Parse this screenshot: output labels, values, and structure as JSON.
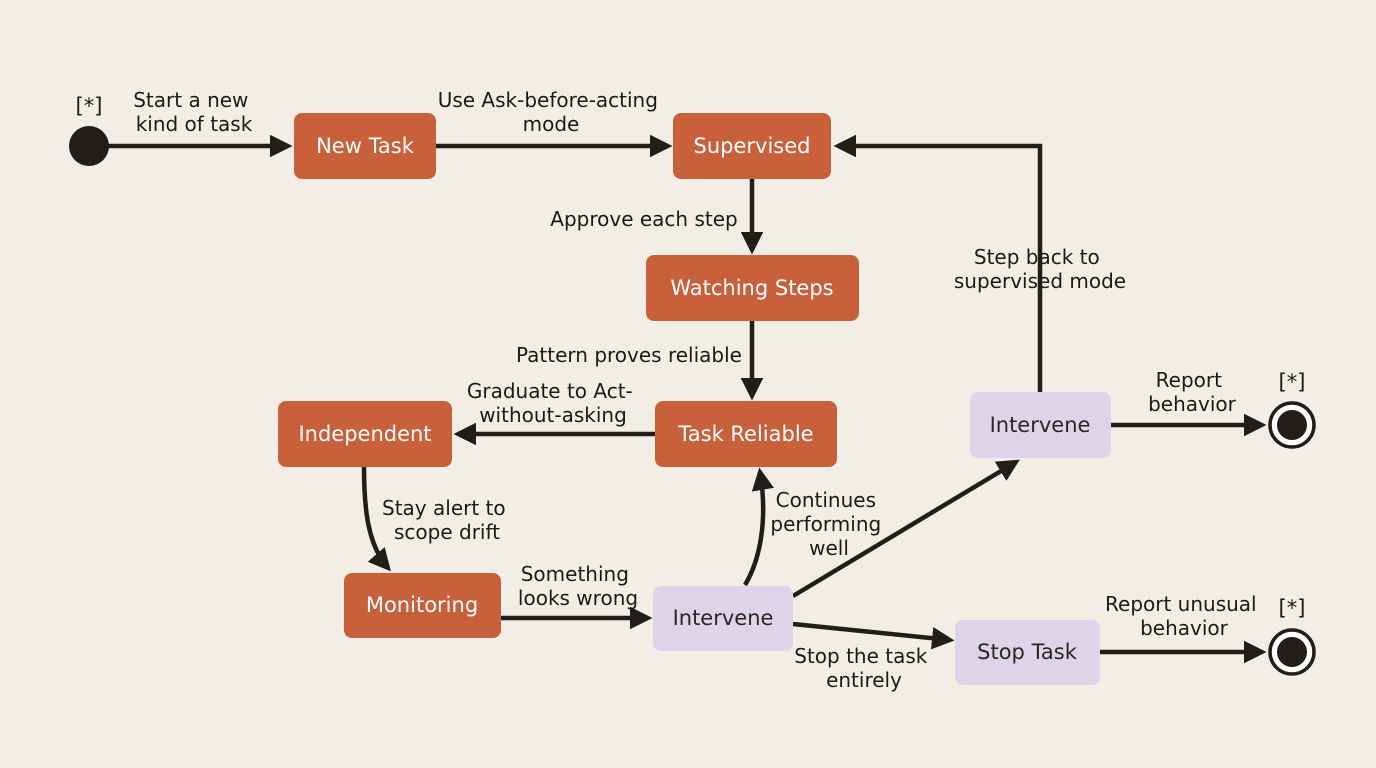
{
  "colors": {
    "background": "#f2eee5",
    "orange_state": "#c8603b",
    "purple_state": "#ddd4ea",
    "line": "#211d18"
  },
  "initial": {
    "marker": "[*]"
  },
  "finals": [
    {
      "marker": "[*]"
    },
    {
      "marker": "[*]"
    }
  ],
  "states": {
    "new_task": "New Task",
    "supervised": "Supervised",
    "watching_steps": "Watching Steps",
    "task_reliable": "Task Reliable",
    "independent": "Independent",
    "monitoring": "Monitoring",
    "intervene_lower": "Intervene",
    "intervene_upper": "Intervene",
    "stop_task": "Stop Task"
  },
  "transitions": {
    "start": [
      "Start a new",
      "kind of task"
    ],
    "ask_mode": [
      "Use Ask-before-acting",
      "mode"
    ],
    "approve": [
      "Approve each step"
    ],
    "pattern": [
      "Pattern proves reliable"
    ],
    "graduate": [
      "Graduate to Act-",
      "without-asking"
    ],
    "stay_alert": [
      "Stay alert to",
      "scope drift"
    ],
    "something_wrong": [
      "Something",
      "looks wrong"
    ],
    "continues": [
      "Continues",
      "performing",
      "well"
    ],
    "step_back": [
      "Step back to",
      "supervised mode"
    ],
    "report_behavior": [
      "Report",
      "behavior"
    ],
    "stop_entirely": [
      "Stop the task",
      "entirely"
    ],
    "report_unusual": [
      "Report unusual",
      "behavior"
    ]
  }
}
